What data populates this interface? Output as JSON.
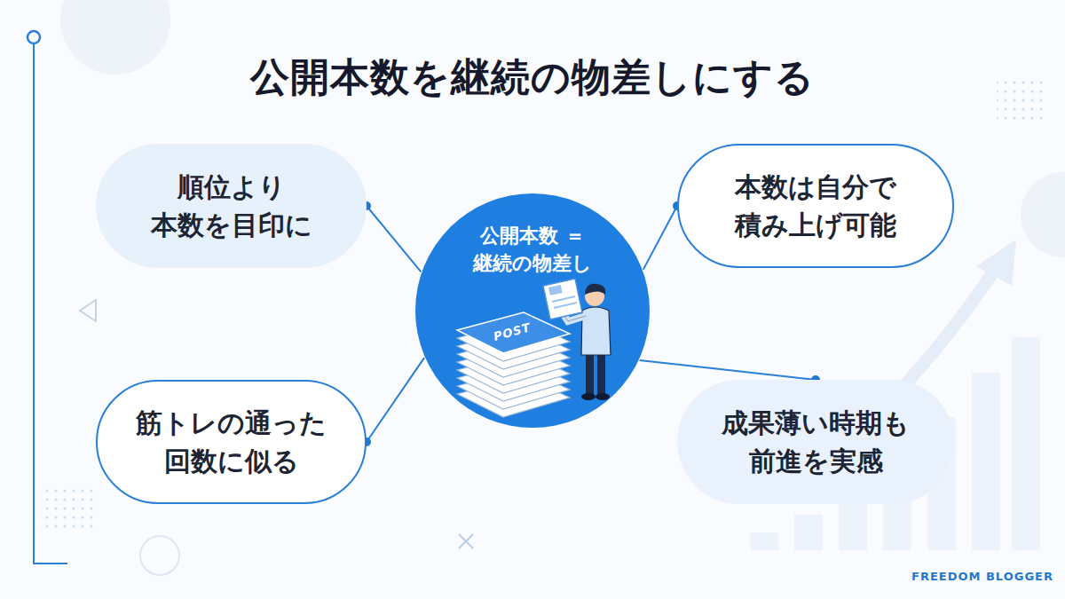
{
  "diagram": {
    "title": "公開本数を継続の物差しにする",
    "nodes": [
      {
        "text": [
          "公開本数 ＝継続の物差し"
        ]
      },
      {
        "text": [
          "順位より 本数を目印に"
        ]
      },
      {
        "text": [
          "本数は自分で 積み上げ可能"
        ]
      },
      {
        "text": [
          "筋トレの通った 回数に似る"
        ]
      },
      {
        "text": [
          "成果薄い時期も 前進を実感"
        ]
      }
    ],
    "edges": [
      {
        "from": 0,
        "to": 1,
        "arrow": "none"
      },
      {
        "from": 0,
        "to": 2,
        "arrow": "none"
      },
      {
        "from": 0,
        "to": 3,
        "arrow": "none"
      },
      {
        "from": 0,
        "to": 4,
        "arrow": "none"
      }
    ],
    "labels": [
      "POST",
      "FREEDOM BLOGGER"
    ]
  }
}
